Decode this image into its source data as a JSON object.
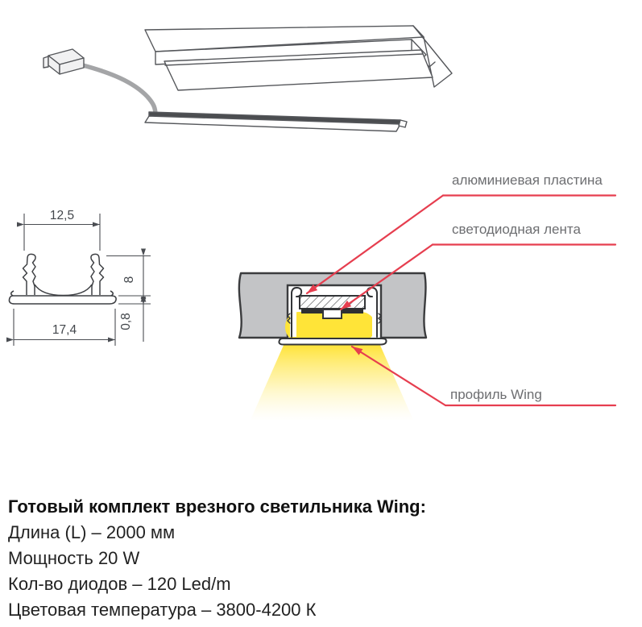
{
  "callouts": {
    "aluminum_plate": "алюминиевая пластина",
    "led_strip": "светодиодная лента",
    "profile_wing": "профиль Wing"
  },
  "dimensions": {
    "top_width_mm": "12,5",
    "inner_height_mm": "8",
    "bottom_width_mm": "17,4",
    "flange_thickness_mm": "0,8"
  },
  "specs": {
    "title": "Готовый комплект врезного светильника Wing:",
    "lines": [
      "Длина (L) – 2000 мм",
      "Мощность 20 W",
      "Кол-во диодов – 120 Led/m",
      "Цветовая температура – 3800-4200 К"
    ]
  },
  "colors": {
    "leader_red": "#e63e4f",
    "panel_gray": "#c3c4c6",
    "glow_yellow": "#ffe438",
    "label_gray": "#6d6e71",
    "line_dark": "#4a4d52"
  }
}
